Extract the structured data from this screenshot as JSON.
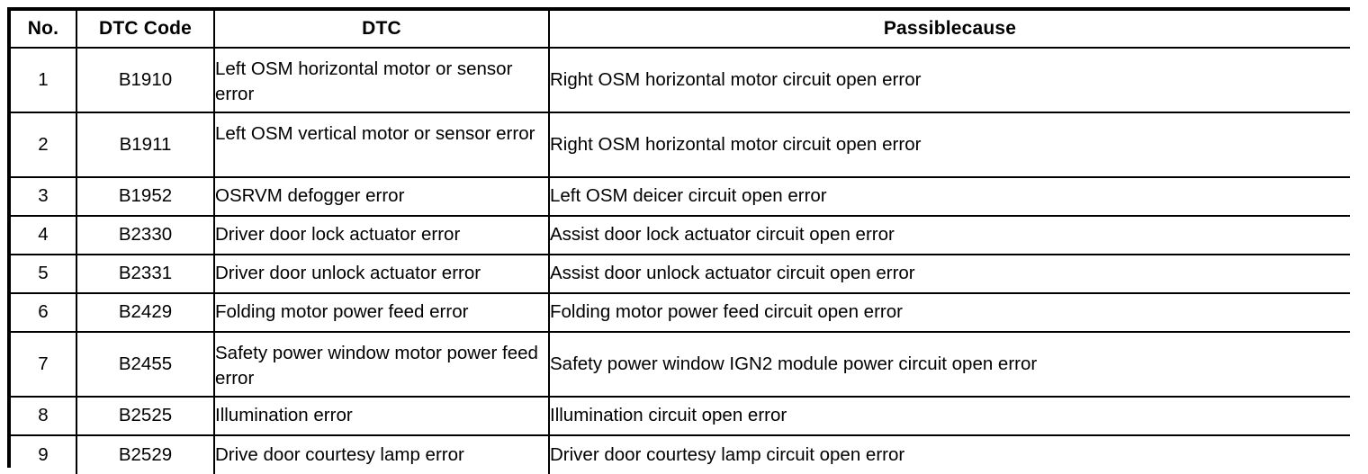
{
  "table": {
    "name": "dtc-fault-code-table",
    "columns": [
      {
        "key": "no",
        "label": "No."
      },
      {
        "key": "code",
        "label": "DTC Code"
      },
      {
        "key": "dtc",
        "label": "DTC"
      },
      {
        "key": "cause",
        "label": "Passiblecause"
      }
    ],
    "rows": [
      {
        "no": "1",
        "code": "B1910",
        "dtc": "Left OSM horizontal motor or sensor error",
        "cause": "Right OSM horizontal motor circuit open error",
        "lines": 2
      },
      {
        "no": "2",
        "code": "B1911",
        "dtc": "Left OSM vertical motor or sensor error",
        "cause": "Right OSM horizontal motor circuit open error",
        "lines": 2
      },
      {
        "no": "3",
        "code": "B1952",
        "dtc": "OSRVM defogger error",
        "cause": "Left OSM deicer circuit open error",
        "lines": 1
      },
      {
        "no": "4",
        "code": "B2330",
        "dtc": "Driver door lock actuator error",
        "cause": "Assist door lock actuator circuit open error",
        "lines": 1
      },
      {
        "no": "5",
        "code": "B2331",
        "dtc": "Driver door unlock actuator error",
        "cause": "Assist door unlock actuator circuit open error",
        "lines": 1
      },
      {
        "no": "6",
        "code": "B2429",
        "dtc": "Folding motor power feed error",
        "cause": "Folding motor power feed circuit open error",
        "lines": 1
      },
      {
        "no": "7",
        "code": "B2455",
        "dtc": "Safety power window motor power feed error",
        "cause": "Safety power window IGN2 module power circuit open error",
        "lines": 2
      },
      {
        "no": "8",
        "code": "B2525",
        "dtc": "Illumination error",
        "cause": "Illumination circuit open error",
        "lines": 1
      },
      {
        "no": "9",
        "code": "B2529",
        "dtc": "Drive door courtesy lamp error",
        "cause": "Driver door courtesy lamp circuit open error",
        "lines": 1
      }
    ]
  },
  "style": {
    "border_color": "#000000",
    "text_color": "#000000",
    "background": "#ffffff"
  }
}
